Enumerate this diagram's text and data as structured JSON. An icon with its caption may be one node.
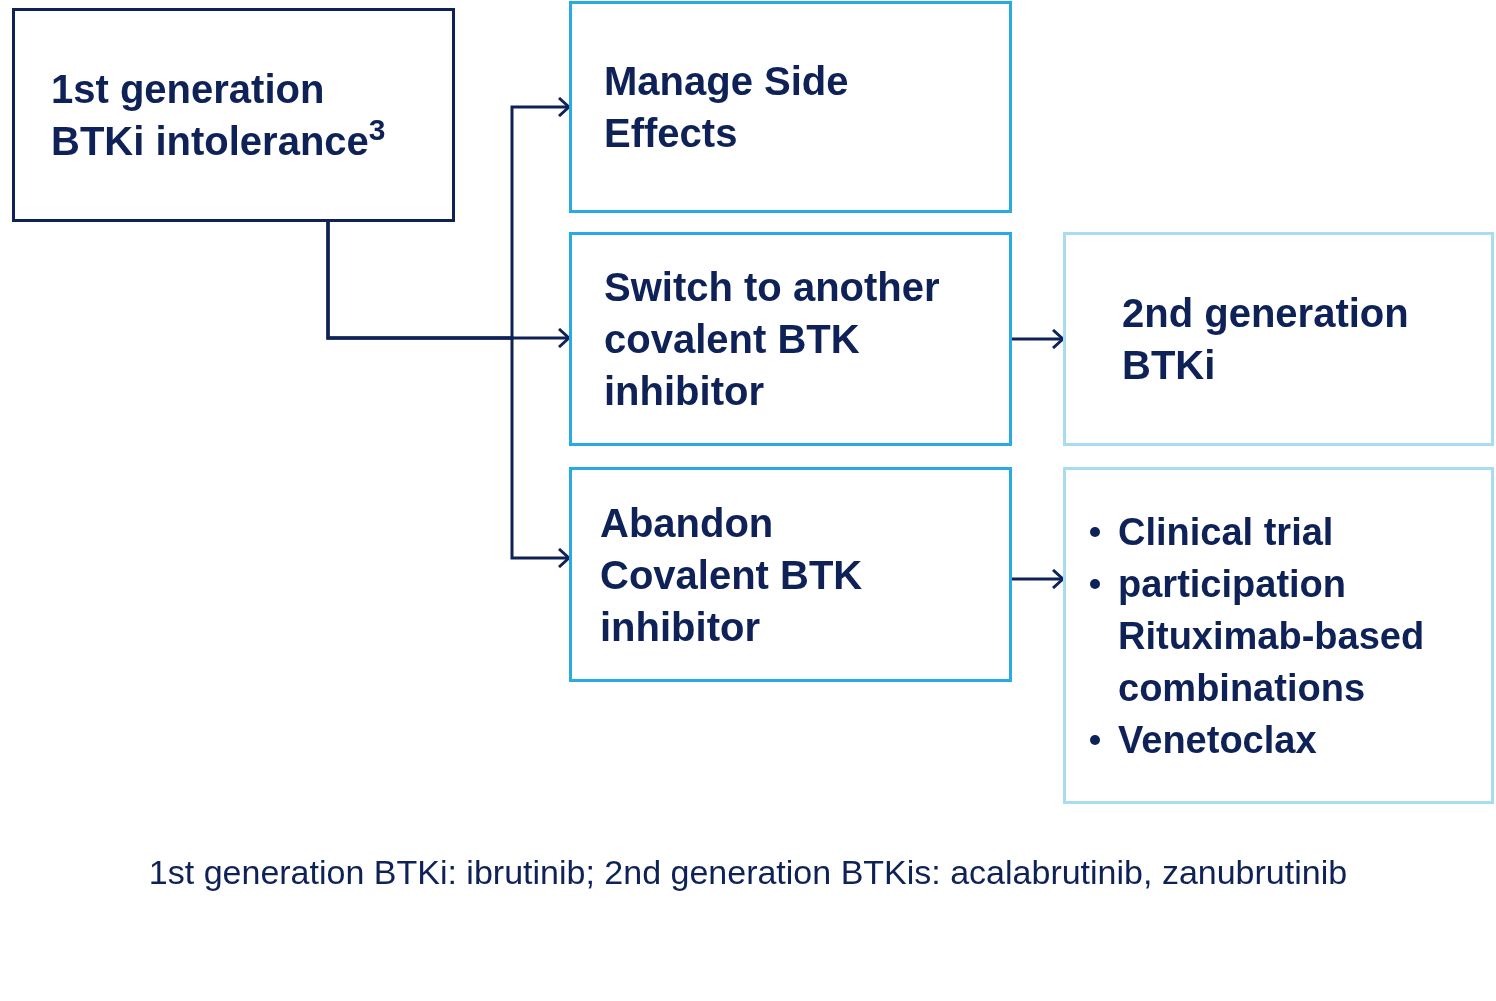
{
  "diagram": {
    "caption": "1st generation BTKi: ibrutinib; 2nd generation BTKis: acalabrutinib, zanubrutinib",
    "nodes": [
      {
        "text": [
          "1st generation BTKi intolerance$^{3}$"
        ]
      },
      {
        "text": [
          "Manage Side Effects"
        ]
      },
      {
        "text": [
          "Switch to another covalent BTK inhibitor"
        ]
      },
      {
        "text": [
          "2nd generation BTKi"
        ]
      },
      {
        "text": [
          "Abandon Covalent BTK inhibitor"
        ]
      },
      {
        "text": [
          "Clinical trial",
          "participation Rituximab-based combinations",
          "Venetoclax"
        ]
      }
    ],
    "edges": [
      {
        "from": 0,
        "to": 1,
        "arrow": "to"
      },
      {
        "from": 0,
        "to": 2,
        "arrow": "to"
      },
      {
        "from": 0,
        "to": 4,
        "arrow": "to"
      },
      {
        "from": 2,
        "to": 3,
        "arrow": "to"
      },
      {
        "from": 4,
        "to": 5,
        "arrow": "to"
      }
    ]
  }
}
